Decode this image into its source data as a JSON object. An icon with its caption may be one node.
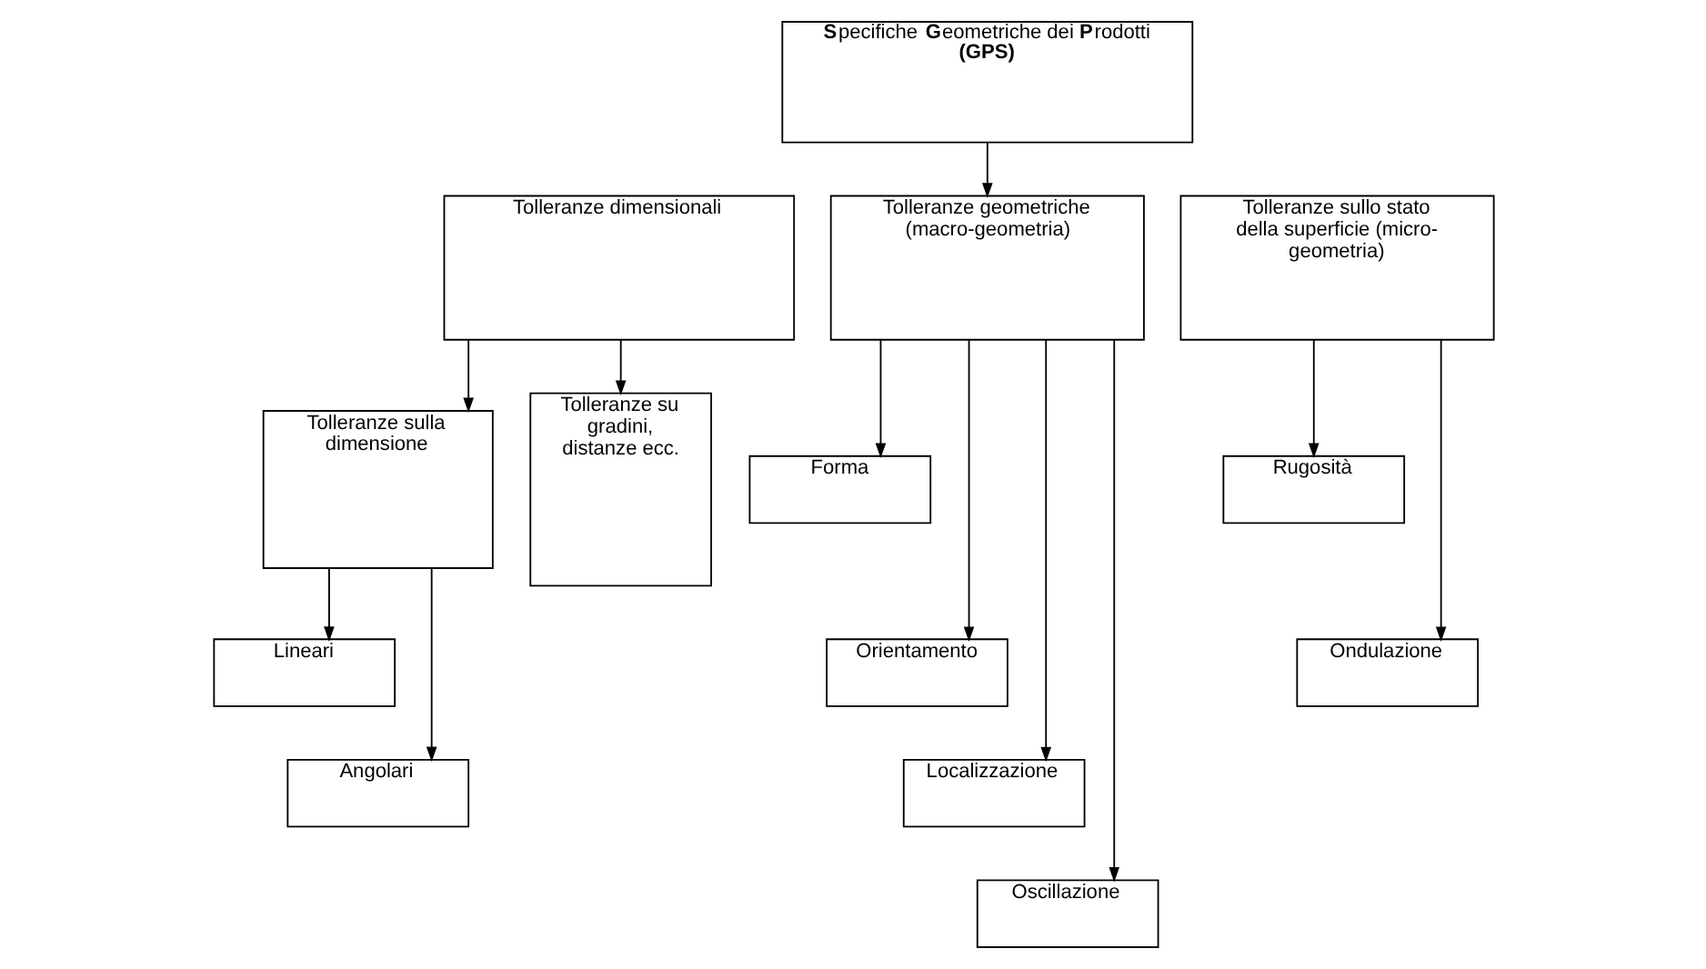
{
  "diagram": {
    "nodes": [
      {
        "text": [
          "**S**pecifiche **G**eometriche dei **P**rodotti",
          "(GPS)"
        ]
      },
      {
        "text": [
          "Tolleranze dimensionali"
        ]
      },
      {
        "text": [
          "Tolleranze geometriche (macro-geometria)"
        ]
      },
      {
        "text": [
          "Tolleranze sullo stato della superficie (micro-geometria)"
        ]
      },
      {
        "text": [
          "Tolleranze sulla dimensione"
        ]
      },
      {
        "text": [
          "Tolleranze su gradini, distanze ecc."
        ]
      },
      {
        "text": [
          "Lineari"
        ]
      },
      {
        "text": [
          "Angolari"
        ]
      },
      {
        "text": [
          "Forma"
        ]
      },
      {
        "text": [
          "Orientamento"
        ]
      },
      {
        "text": [
          "Localizzazione"
        ]
      },
      {
        "text": [
          "Oscillazione"
        ]
      },
      {
        "text": [
          "Rugosità"
        ]
      },
      {
        "text": [
          "Ondulazione"
        ]
      }
    ],
    "edges": [
      {
        "from": 0,
        "to": 2,
        "arrow": "to"
      },
      {
        "from": 1,
        "to": 4,
        "arrow": "to"
      },
      {
        "from": 1,
        "to": 5,
        "arrow": "to"
      },
      {
        "from": 4,
        "to": 6,
        "arrow": "to"
      },
      {
        "from": 4,
        "to": 7,
        "arrow": "to"
      },
      {
        "from": 2,
        "to": 8,
        "arrow": "to"
      },
      {
        "from": 2,
        "to": 9,
        "arrow": "to"
      },
      {
        "from": 2,
        "to": 10,
        "arrow": "to"
      },
      {
        "from": 2,
        "to": 11,
        "arrow": "to"
      },
      {
        "from": 3,
        "to": 12,
        "arrow": "to"
      },
      {
        "from": 3,
        "to": 13,
        "arrow": "to"
      }
    ]
  }
}
